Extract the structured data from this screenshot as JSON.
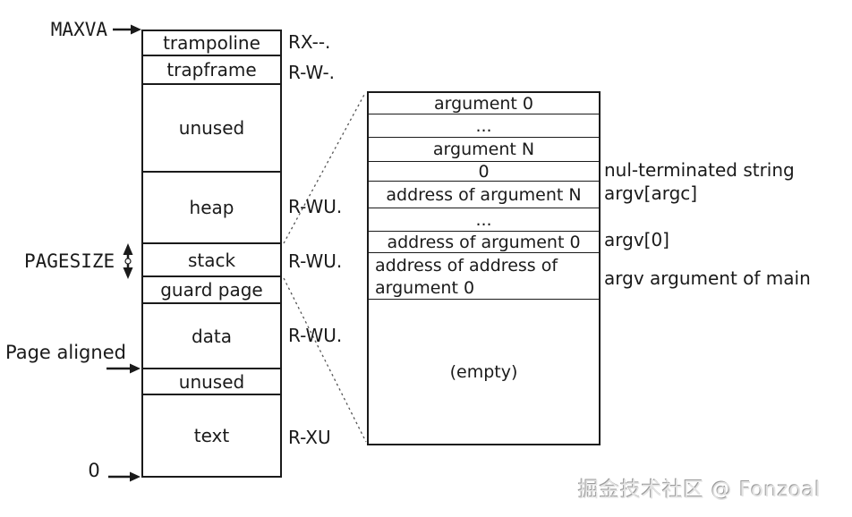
{
  "pointers": {
    "maxva_label": "MAXVA",
    "pagesize_label": "PAGESIZE",
    "page_aligned_label": "Page aligned",
    "zero_label": "0"
  },
  "memory_map": {
    "regions": [
      {
        "label": "trampoline",
        "perm": "RX--."
      },
      {
        "label": "trapframe",
        "perm": "R-W-."
      },
      {
        "label": "unused",
        "perm": ""
      },
      {
        "label": "heap",
        "perm": "R-WU."
      },
      {
        "label": "stack",
        "perm": "R-WU."
      },
      {
        "label": "guard page",
        "perm": ""
      },
      {
        "label": "data",
        "perm": "R-WU."
      },
      {
        "label": "unused",
        "perm": ""
      },
      {
        "label": "text",
        "perm": "R-XU"
      }
    ]
  },
  "stack_detail": {
    "rows": [
      {
        "label": "argument 0",
        "annotation": ""
      },
      {
        "label": "...",
        "annotation": ""
      },
      {
        "label": "argument N",
        "annotation": ""
      },
      {
        "label": "0",
        "annotation": "nul-terminated string"
      },
      {
        "label": "address of argument N",
        "annotation": "argv[argc]"
      },
      {
        "label": "...",
        "annotation": ""
      },
      {
        "label": "address of argument 0",
        "annotation": "argv[0]"
      },
      {
        "label": "address of address of argument 0",
        "annotation": "argv argument of main"
      },
      {
        "label": "(empty)",
        "annotation": ""
      }
    ]
  },
  "watermark": "掘金技术社区 @ Fonzoal",
  "colors": {
    "line": "#1a1a1a",
    "text": "#1a1a1a",
    "background": "#ffffff",
    "dashed_connector": "#555555",
    "watermark": "#e3e3e3"
  }
}
